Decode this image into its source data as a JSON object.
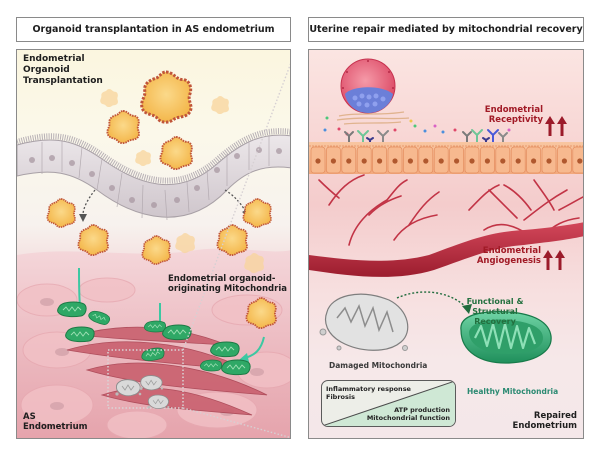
{
  "figure": {
    "left_panel": {
      "header": "Organoid transplantation in AS endometrium",
      "title_lines": [
        "Endometrial",
        "Organoid",
        "Transplantation"
      ],
      "mito_label_lines": [
        "Endometrial organoid-",
        "originating Mitochondria"
      ],
      "bottom_label_lines": [
        "AS",
        "Endometrium"
      ]
    },
    "right_panel": {
      "header": "Uterine repair mediated by mitochondrial recovery",
      "receptivity_lines": [
        "Endometrial",
        "Receptivity"
      ],
      "angiogenesis_lines": [
        "Endometrial",
        "Angiogenesis"
      ],
      "recovery_lines": [
        "Functional & Structural",
        "Recovery"
      ],
      "damaged_label": "Damaged Mitochondria",
      "healthy_label": "Healthy Mitochondria",
      "tradeoff": {
        "decreased": [
          "Inflammatory response",
          "Fibrosis"
        ],
        "increased": [
          "ATP production",
          "Mitochondrial function"
        ]
      },
      "bottom_label_lines": [
        "Repaired",
        "Endometrium"
      ]
    },
    "icons": {
      "up_arrows": "double-up-arrow",
      "organoid": "organoid-cluster",
      "mitochondrion": "mitochondrion",
      "blastocyst": "blastocyst",
      "blood_vessel": "blood-vessel"
    },
    "colors": {
      "organoid_fill": "#f7c35a",
      "organoid_rim": "#c0553a",
      "epithelium_gray": "#d9d2d6",
      "epithelium_orange": "#f6b88f",
      "mito_green": "#2fa866",
      "vessel_red": "#b8283a",
      "label_red": "#a11a26",
      "label_green": "#23703f",
      "tradeoff_green": "#cfe8d5"
    }
  }
}
